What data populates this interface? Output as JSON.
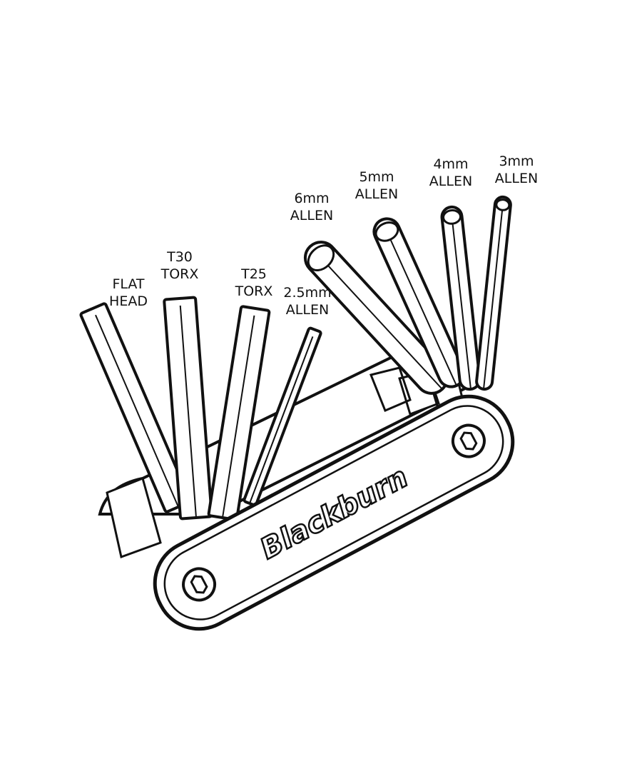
{
  "brand": "Blackburn",
  "labels": {
    "flat_head": [
      "FLAT",
      "HEAD"
    ],
    "t30": [
      "T30",
      "TORX"
    ],
    "t25": [
      "T25",
      "TORX"
    ],
    "allen_2_5": [
      "2.5mm",
      "ALLEN"
    ],
    "allen_6": [
      "6mm",
      "ALLEN"
    ],
    "allen_5": [
      "5mm",
      "ALLEN"
    ],
    "allen_4": [
      "4mm",
      "ALLEN"
    ],
    "allen_3": [
      "3mm",
      "ALLEN"
    ]
  },
  "colors": {
    "line": "#111111",
    "fill": "#ffffff"
  }
}
